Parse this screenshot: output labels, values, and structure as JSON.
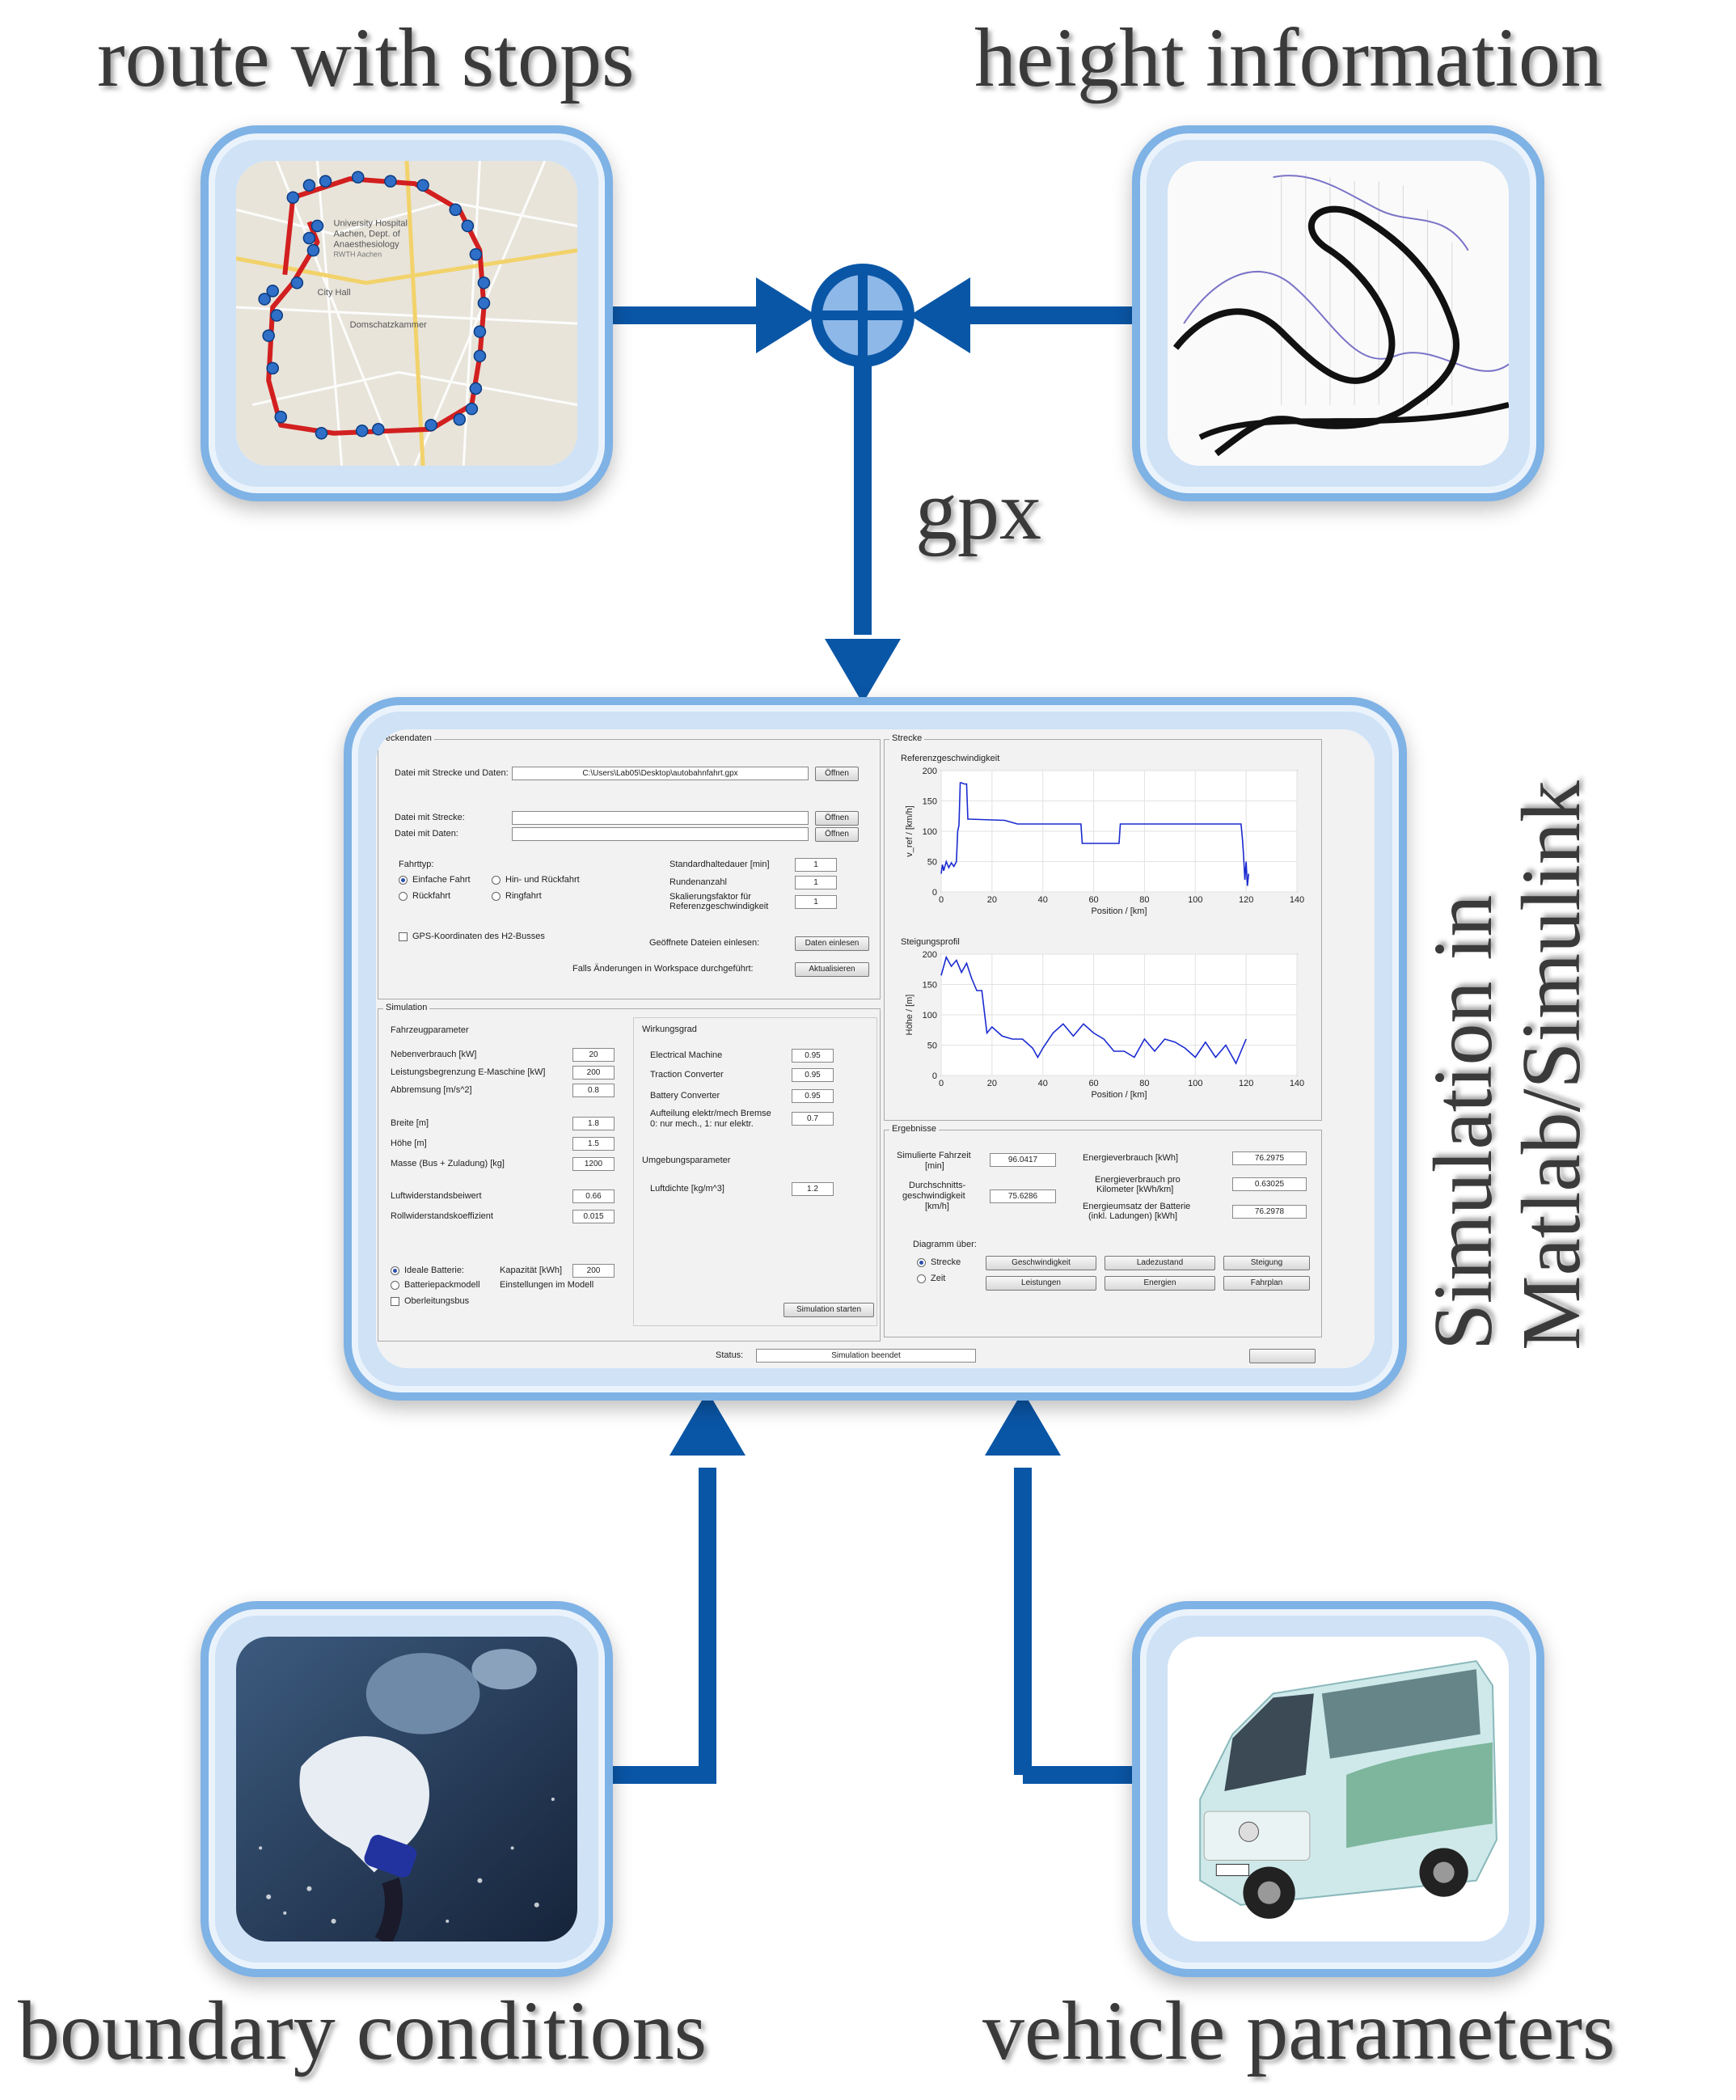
{
  "captions": {
    "route": "route with stops",
    "height": "height information",
    "gpx": "gpx",
    "simulation_line1": "Simulation in",
    "simulation_line2": "Matlab/Simulink",
    "boundary": "boundary conditions",
    "vehicle": "vehicle parameters"
  },
  "map": {
    "labels": [
      "University Hospital",
      "Aachen, Dept. of",
      "Anaesthesiology",
      "RWTH Aachen",
      "City Hall",
      "Domschatzkammer"
    ]
  },
  "colors": {
    "arrow": "#0a56a6",
    "card_border": "#7fb2e5",
    "route": "#d21f1f",
    "pin": "#2f6fc7",
    "plot_line": "#1a2ad0"
  },
  "gui": {
    "group_streckendaten": "eckendaten",
    "file_route_and_data_label": "Datei mit Strecke und Daten:",
    "file_route_and_data_value": "C:\\Users\\Lab05\\Desktop\\autobahnfahrt.gpx",
    "open_button": "Öffnen",
    "file_route_label": "Datei mit Strecke:",
    "file_data_label": "Datei mit Daten:",
    "fahrttyp_label": "Fahrttyp:",
    "radio_einfache": "Einfache Fahrt",
    "radio_hin_rueck": "Hin- und Rückfahrt",
    "radio_rueck": "Rückfahrt",
    "radio_ring": "Ringfahrt",
    "standardhaltedauer_label": "Standardhaltedauer [min]",
    "standardhaltedauer_value": "1",
    "rundenanzahl_label": "Rundenanzahl",
    "rundenanzahl_value": "1",
    "skalierung_label1": "Skalierungsfaktor für",
    "skalierung_label2": "Referenzgeschwindigkeit",
    "skalierung_value": "1",
    "gps_checkbox": "GPS-Koordinaten des H2-Busses",
    "geoeffnete_label": "Geöffnete Dateien einlesen:",
    "daten_einlesen_button": "Daten einlesen",
    "falls_label": "Falls Änderungen in Workspace durchgeführt:",
    "aktualisieren_button": "Aktualisieren",
    "group_simulation": "Simulation",
    "fahrzeugparameter_label": "Fahrzeugparameter",
    "nebenverbrauch_label": "Nebenverbrauch [kW]",
    "nebenverbrauch_value": "20",
    "leistungsbegrenzung_label": "Leistungsbegrenzung E-Maschine [kW]",
    "leistungsbegrenzung_value": "200",
    "abbremsung_label": "Abbremsung  [m/s^2]",
    "abbremsung_value": "0.8",
    "breite_label": "Breite [m]",
    "breite_value": "1.8",
    "hoehe_label": "Höhe [m]",
    "hoehe_value": "1.5",
    "masse_label": "Masse (Bus + Zuladung) [kg]",
    "masse_value": "1200",
    "luftwiderstand_label": "Luftwiderstandsbeiwert",
    "luftwiderstand_value": "0.66",
    "rollwiderstand_label": "Rollwiderstandskoeffizient",
    "rollwiderstand_value": "0.015",
    "wirkungsgrad_label": "Wirkungsgrad",
    "electrical_machine_label": "Electrical Machine",
    "electrical_machine_value": "0.95",
    "traction_converter_label": "Traction Converter",
    "traction_converter_value": "0.95",
    "battery_converter_label": "Battery Converter",
    "battery_converter_value": "0.95",
    "aufteilung_label1": "Aufteilung elektr/mech Bremse",
    "aufteilung_label2": "0: nur mech., 1: nur elektr.",
    "aufteilung_value": "0.7",
    "umgebungsparameter_label": "Umgebungsparameter",
    "luftdichte_label": "Luftdichte [kg/m^3]",
    "luftdichte_value": "1.2",
    "ideale_batterie_label": "Ideale Batterie:",
    "kapazitaet_label": "Kapazität [kWh]",
    "kapazitaet_value": "200",
    "batteriepackmodell_label": "Batteriepackmodell",
    "einstellungen_label": "Einstellungen im Modell",
    "oberleitungsbus_label": "Oberleitungsbus",
    "simulation_starten_button": "Simulation starten",
    "status_label": "Status:",
    "status_value": "Simulation beendet",
    "group_strecke": "Strecke",
    "plot1_title": "Referenzgeschwindigkeit",
    "plot2_title": "Steigungsprofil",
    "xlabel": "Position / [km]",
    "group_ergebnisse": "Ergebnisse",
    "sim_fahrzeit_label1": "Simulierte Fahrzeit",
    "sim_fahrzeit_label2": "[min]",
    "sim_fahrzeit_value": "96.0417",
    "durchschnitt_label1": "Durchschnitts-",
    "durchschnitt_label2": "geschwindigkeit",
    "durchschnitt_label3": "[km/h]",
    "durchschnitt_value": "75.6286",
    "energieverbrauch_label": "Energieverbrauch [kWh]",
    "energieverbrauch_value": "76.2975",
    "energie_pro_km_label1": "Energieverbrauch pro",
    "energie_pro_km_label2": "Kilometer [kWh/km]",
    "energie_pro_km_value": "0.63025",
    "energieumsatz_label1": "Energieumsatz der Batterie",
    "energieumsatz_label2": "(inkl. Ladungen)  [kWh]",
    "energieumsatz_value": "76.2978",
    "diagramm_label": "Diagramm über:",
    "radio_strecke": "Strecke",
    "radio_zeit": "Zeit",
    "btn_geschwindigkeit": "Geschwindigkeit",
    "btn_ladezustand": "Ladezustand",
    "btn_steigung": "Steigung",
    "btn_leistungen": "Leistungen",
    "btn_energien": "Energien",
    "btn_fahrplan": "Fahrplan"
  },
  "chart_data": [
    {
      "type": "line",
      "title": "Referenzgeschwindigkeit",
      "xlabel": "Position / [km]",
      "ylabel": "v_ref / [km/h]",
      "xlim": [
        0,
        140
      ],
      "ylim": [
        0,
        200
      ],
      "xticks": [
        0,
        20,
        40,
        60,
        80,
        100,
        120,
        140
      ],
      "yticks": [
        0,
        50,
        100,
        150,
        200
      ],
      "grid": true,
      "x": [
        0,
        0.5,
        1,
        2,
        3,
        4,
        5,
        6,
        6.5,
        7,
        7.5,
        8,
        9,
        10,
        10.5,
        11,
        25,
        30,
        50,
        55,
        55.5,
        70,
        70.5,
        90,
        110,
        118,
        118.5,
        119,
        119.5,
        120,
        120.5,
        121
      ],
      "y": [
        30,
        45,
        35,
        50,
        40,
        48,
        42,
        50,
        100,
        110,
        180,
        180,
        178,
        178,
        120,
        120,
        118,
        112,
        112,
        112,
        80,
        80,
        112,
        112,
        112,
        112,
        90,
        60,
        20,
        50,
        10,
        30
      ]
    },
    {
      "type": "line",
      "title": "Steigungsprofil",
      "xlabel": "Position / [km]",
      "ylabel": "Höhe / [m]",
      "xlim": [
        0,
        140
      ],
      "ylim": [
        0,
        200
      ],
      "xticks": [
        0,
        20,
        40,
        60,
        80,
        100,
        120,
        140
      ],
      "yticks": [
        0,
        50,
        100,
        150,
        200
      ],
      "grid": true,
      "x": [
        0,
        2,
        4,
        6,
        8,
        10,
        12,
        14,
        16,
        18,
        20,
        24,
        28,
        32,
        36,
        38,
        40,
        44,
        48,
        52,
        56,
        60,
        64,
        68,
        72,
        76,
        80,
        84,
        88,
        92,
        96,
        100,
        104,
        108,
        112,
        116,
        118,
        120
      ],
      "y": [
        165,
        195,
        180,
        190,
        170,
        185,
        160,
        140,
        140,
        70,
        80,
        65,
        60,
        60,
        45,
        30,
        45,
        70,
        85,
        65,
        85,
        70,
        60,
        40,
        40,
        30,
        60,
        40,
        60,
        55,
        45,
        30,
        55,
        30,
        50,
        20,
        40,
        60
      ]
    }
  ]
}
